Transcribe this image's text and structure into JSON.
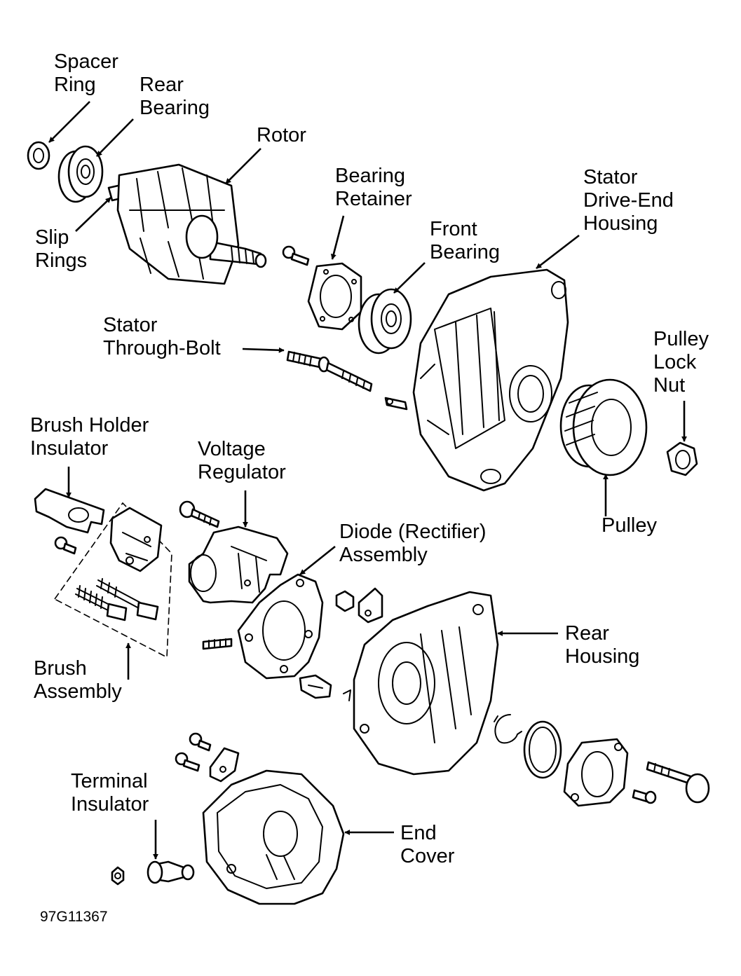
{
  "labels": {
    "spacer_ring": [
      "Spacer",
      "Ring"
    ],
    "rear_bearing": [
      "Rear",
      "Bearing"
    ],
    "rotor": [
      "Rotor"
    ],
    "slip_rings": [
      "Slip",
      "Rings"
    ],
    "bearing_retainer": [
      "Bearing",
      "Retainer"
    ],
    "front_bearing": [
      "Front",
      "Bearing"
    ],
    "stator_drive_end_housing": [
      "Stator",
      "Drive-End",
      "Housing"
    ],
    "stator_through_bolt": [
      "Stator",
      "Through-Bolt"
    ],
    "pulley_lock_nut": [
      "Pulley",
      "Lock",
      "Nut"
    ],
    "pulley": [
      "Pulley"
    ],
    "brush_holder_insulator": [
      "Brush Holder",
      "Insulator"
    ],
    "voltage_regulator": [
      "Voltage",
      "Regulator"
    ],
    "diode_rectifier_assembly": [
      "Diode (Rectifier)",
      "Assembly"
    ],
    "rear_housing": [
      "Rear",
      "Housing"
    ],
    "brush_assembly": [
      "Brush",
      "Assembly"
    ],
    "terminal_insulator": [
      "Terminal",
      "Insulator"
    ],
    "end_cover": [
      "End",
      "Cover"
    ]
  },
  "figure_code": "97G11367"
}
